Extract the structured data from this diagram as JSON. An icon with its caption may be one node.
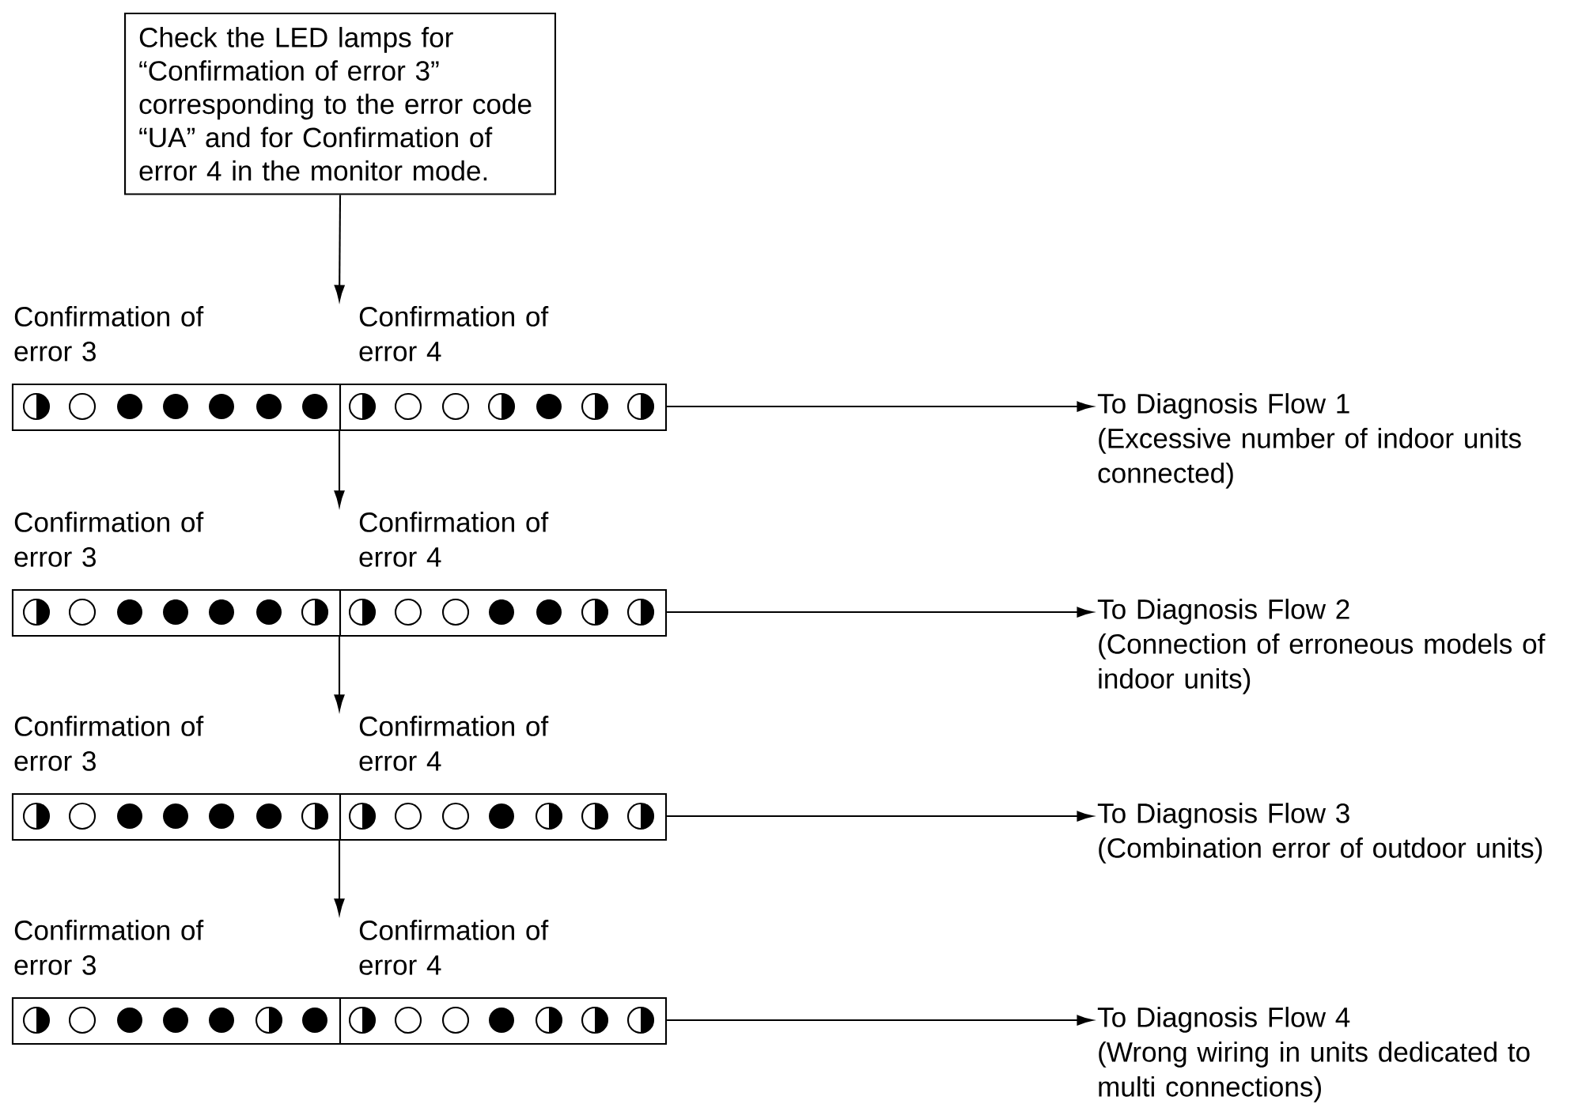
{
  "diagram": {
    "nodes": [
      {
        "text": [
          "Check the LED lamps for “Confirmation of error 3” corresponding to the error code “UA” and for Confirmation of error 4 in the monitor mode."
        ]
      },
      {
        "text": [
          "Confirmation of error 3",
          "Confirmation of error 4"
        ]
      },
      {
        "text": [
          "Confirmation of error 3",
          "Confirmation of error 4"
        ]
      },
      {
        "text": [
          "Confirmation of error 3",
          "Confirmation of error 4"
        ]
      },
      {
        "text": [
          "Confirmation of error 3",
          "Confirmation of error 4"
        ]
      },
      {
        "text": [
          "To Diagnosis Flow 1",
          "(Excessive number of indoor units connected)"
        ]
      },
      {
        "text": [
          "To Diagnosis Flow 2",
          "(Connection of erroneous models of indoor units)"
        ]
      },
      {
        "text": [
          "To Diagnosis Flow 3",
          "(Combination error of outdoor units)"
        ]
      },
      {
        "text": [
          "To Diagnosis Flow 4",
          "(Wrong wiring in units dedicated to multi connections)"
        ]
      }
    ],
    "edges": [
      {
        "from": 0,
        "to": 1,
        "arrow": "to"
      },
      {
        "from": 1,
        "to": 2,
        "arrow": "to"
      },
      {
        "from": 2,
        "to": 3,
        "arrow": "to"
      },
      {
        "from": 3,
        "to": 4,
        "arrow": "to"
      },
      {
        "from": 1,
        "to": 5,
        "arrow": "to"
      },
      {
        "from": 2,
        "to": 6,
        "arrow": "to"
      },
      {
        "from": 3,
        "to": 7,
        "arrow": "to"
      },
      {
        "from": 4,
        "to": 8,
        "arrow": "to"
      }
    ]
  }
}
